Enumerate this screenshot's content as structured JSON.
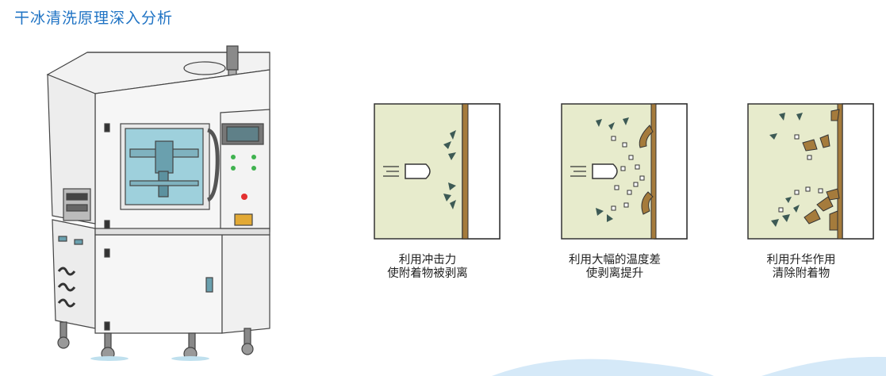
{
  "title": "干冰清洗原理深入分析",
  "colors": {
    "title": "#1f73c4",
    "panel_fill": "#e7ebcc",
    "panel_stroke": "#333333",
    "wall": "#a57b3c",
    "machine_glass": "#9ed0dc",
    "accent_red": "#e33030",
    "accent_green": "#3fb24f",
    "wave": "#d5e9f8"
  },
  "panels": [
    {
      "line1": "利用冲击力",
      "line2": "使附着物被剥离"
    },
    {
      "line1": "利用大幅的温度差",
      "line2": "使剥离提升"
    },
    {
      "line1": "利用升华作用",
      "line2": "清除附着物"
    }
  ]
}
